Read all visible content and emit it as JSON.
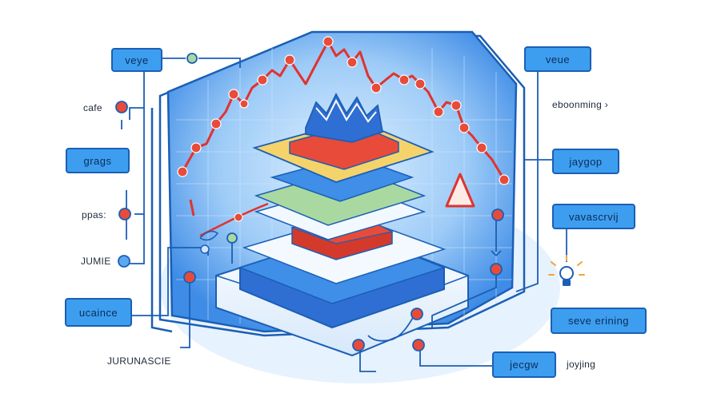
{
  "labels": {
    "left": {
      "veye": "veye",
      "cafe": "cafe",
      "grags": "grags",
      "ppas": "ppas:",
      "jumie": "JUMIE",
      "ucaince": "ucaince",
      "jurunascie": "JURUNASCIE"
    },
    "right": {
      "veue": "veue",
      "eboonming": "eboonming ›",
      "jaygop": "jaygop",
      "vavascrvij": "vavascrvij",
      "seve_erining": "seve erining",
      "jecgw": "jecgw",
      "joyjing": "joyjing"
    }
  },
  "colors": {
    "panel_blue": "#3d8fea",
    "box_blue": "#3d9ef0",
    "outline": "#1b5fb5",
    "line_red": "#e0332e",
    "layer_yellow": "#f5d36b",
    "layer_green": "#a9d9a0",
    "layer_red": "#e84b3a",
    "layer_blue": "#2f6fd3"
  }
}
